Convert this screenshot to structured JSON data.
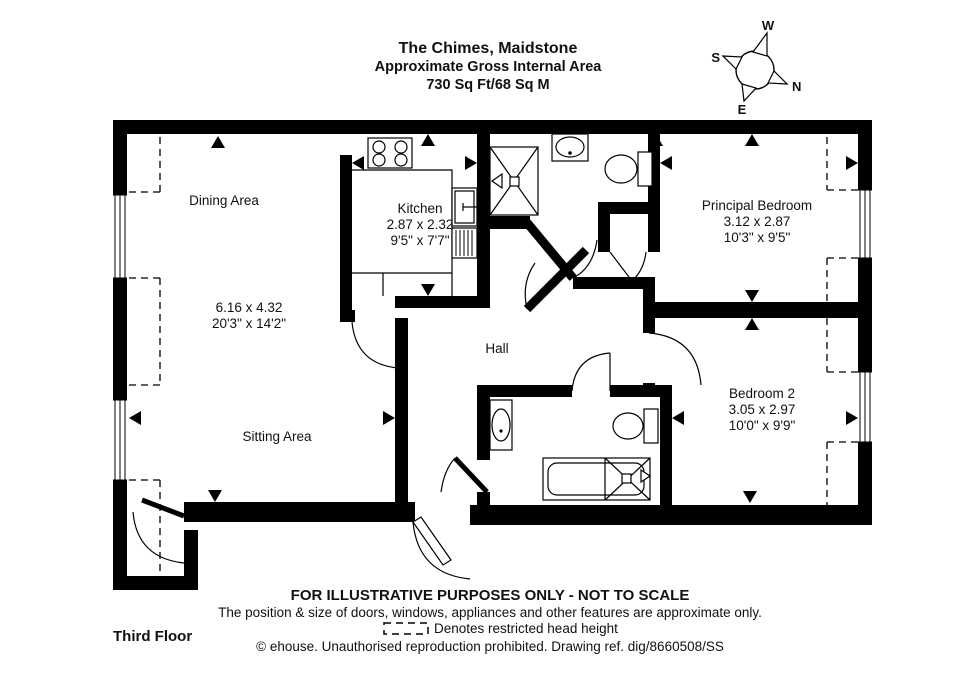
{
  "title": {
    "line1": "The Chimes, Maidstone",
    "line2": "Approximate Gross Internal Area",
    "line3": "730 Sq Ft/68 Sq M"
  },
  "compass": {
    "west": "W",
    "south": "S",
    "north": "N",
    "east": "E"
  },
  "rooms": {
    "dining": {
      "name": "Dining Area",
      "dim_metric": "6.16 x 4.32",
      "dim_imperial": "20'3\" x 14'2\""
    },
    "kitchen": {
      "name": "Kitchen",
      "dim_metric": "2.87 x 2.32",
      "dim_imperial": "9'5\" x 7'7\""
    },
    "principal_bedroom": {
      "name": "Principal Bedroom",
      "dim_metric": "3.12 x 2.87",
      "dim_imperial": "10'3\" x 9'5\""
    },
    "bedroom2": {
      "name": "Bedroom 2",
      "dim_metric": "3.05 x 2.97",
      "dim_imperial": "10'0\" x 9'9\""
    },
    "hall": {
      "name": "Hall"
    },
    "sitting": {
      "name": "Sitting Area"
    }
  },
  "floor_label": "Third Floor",
  "footer": {
    "line1": "FOR ILLUSTRATIVE PURPOSES ONLY - NOT TO SCALE",
    "line2": "The position & size of doors, windows, appliances and other features are approximate only.",
    "legend": "Denotes restricted head height",
    "line4": "© ehouse. Unauthorised reproduction prohibited. Drawing ref. dig/8660508/SS"
  },
  "colors": {
    "wall": "#000000",
    "background": "#ffffff"
  }
}
